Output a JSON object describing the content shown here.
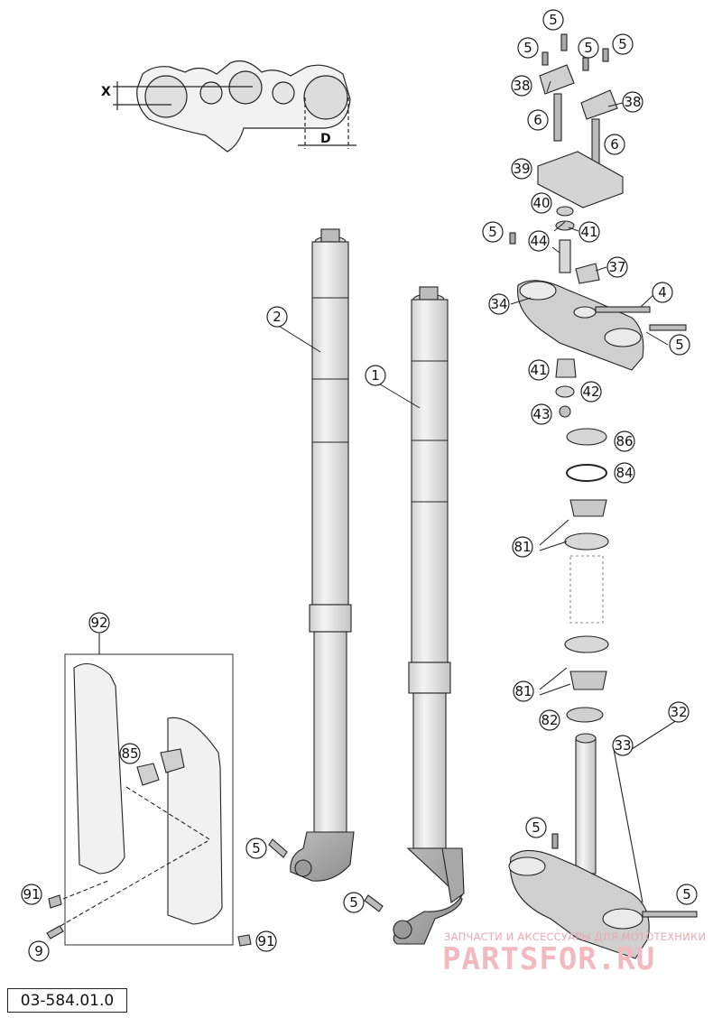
{
  "diagram_code": "03-584.01.0",
  "dimension_labels": {
    "x": "X",
    "d": "D"
  },
  "watermark": {
    "tagline": "ЗАПЧАСТИ И АКСЕССУАРЫ ДЛЯ МОТОТЕХНИКИ",
    "logo": "PARTSFOR.RU"
  },
  "callouts": [
    {
      "id": "c-5a",
      "text": "5"
    },
    {
      "id": "c-5b",
      "text": "5"
    },
    {
      "id": "c-5c",
      "text": "5"
    },
    {
      "id": "c-5d",
      "text": "5"
    },
    {
      "id": "c-38a",
      "text": "38"
    },
    {
      "id": "c-38b",
      "text": "38"
    },
    {
      "id": "c-6a",
      "text": "6"
    },
    {
      "id": "c-6b",
      "text": "6"
    },
    {
      "id": "c-39",
      "text": "39"
    },
    {
      "id": "c-40",
      "text": "40"
    },
    {
      "id": "c-5e",
      "text": "5"
    },
    {
      "id": "c-44",
      "text": "44"
    },
    {
      "id": "c-41a",
      "text": "41"
    },
    {
      "id": "c-37",
      "text": "37"
    },
    {
      "id": "c-34",
      "text": "34"
    },
    {
      "id": "c-4",
      "text": "4"
    },
    {
      "id": "c-5f",
      "text": "5"
    },
    {
      "id": "c-41b",
      "text": "41"
    },
    {
      "id": "c-42",
      "text": "42"
    },
    {
      "id": "c-43",
      "text": "43"
    },
    {
      "id": "c-86",
      "text": "86"
    },
    {
      "id": "c-84",
      "text": "84"
    },
    {
      "id": "c-81a",
      "text": "81"
    },
    {
      "id": "c-81b",
      "text": "81"
    },
    {
      "id": "c-82",
      "text": "82"
    },
    {
      "id": "c-32",
      "text": "32"
    },
    {
      "id": "c-33",
      "text": "33"
    },
    {
      "id": "c-5g",
      "text": "5"
    },
    {
      "id": "c-5h",
      "text": "5"
    },
    {
      "id": "c-2",
      "text": "2"
    },
    {
      "id": "c-1",
      "text": "1"
    },
    {
      "id": "c-92",
      "text": "92"
    },
    {
      "id": "c-85",
      "text": "85"
    },
    {
      "id": "c-5i",
      "text": "5"
    },
    {
      "id": "c-5j",
      "text": "5"
    },
    {
      "id": "c-91a",
      "text": "91"
    },
    {
      "id": "c-91b",
      "text": "91"
    },
    {
      "id": "c-9",
      "text": "9"
    }
  ]
}
